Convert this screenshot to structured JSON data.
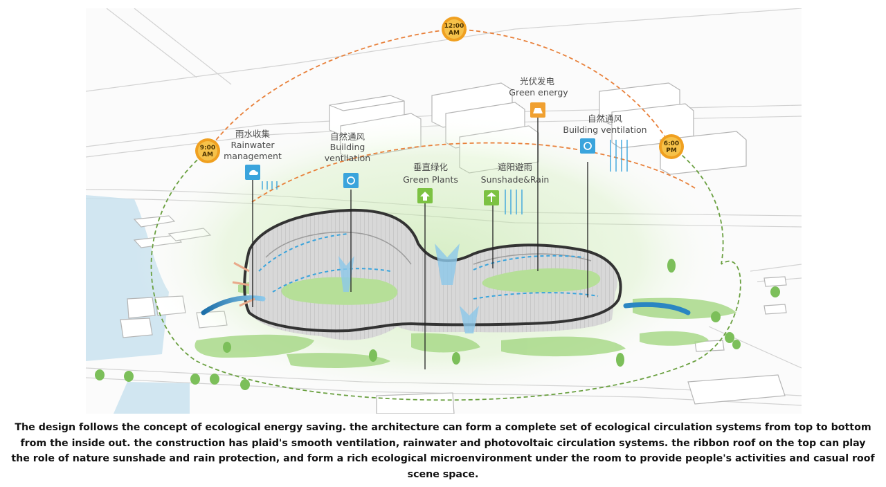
{
  "diagram": {
    "suns": [
      {
        "id": "noon",
        "line1": "12:00",
        "line2": "AM"
      },
      {
        "id": "morning",
        "line1": "9:00",
        "line2": "AM"
      },
      {
        "id": "evening",
        "line1": "6:00",
        "line2": "PM"
      }
    ],
    "labels": {
      "rainwater": {
        "cn": "雨水收集",
        "en1": "Rainwater",
        "en2": "management"
      },
      "ventilation_left": {
        "cn": "自然通风",
        "en1": "Building",
        "en2": "ventilation"
      },
      "green_plants": {
        "cn": "垂直绿化",
        "en1": "Green Plants"
      },
      "sunshade": {
        "cn": "遮阳避雨",
        "en1": "Sunshade&Rain"
      },
      "green_energy": {
        "cn": "光伏发电",
        "en1": "Green energy"
      },
      "ventilation_right": {
        "cn": "自然通风",
        "en1": "Building ventilation"
      }
    },
    "colors": {
      "icon_blue": "#3aa4dc",
      "icon_green": "#7cc242",
      "icon_orange": "#f0a030",
      "sun_orange": "#f0a020",
      "path_orange": "#e8803a",
      "path_green": "#6aa040",
      "roof_dark": "#333333"
    }
  },
  "caption": {
    "text": "The design follows the concept of ecological energy saving. the architecture can form a complete set of ecological circulation systems from top to bottom from the inside out. the construction has plaid's smooth ventilation, rainwater and photovoltaic circulation systems. the ribbon roof on the top can play the role of nature sunshade and rain protection, and form a rich ecological microenvironment under the room to provide people's activities and casual roof scene space."
  }
}
